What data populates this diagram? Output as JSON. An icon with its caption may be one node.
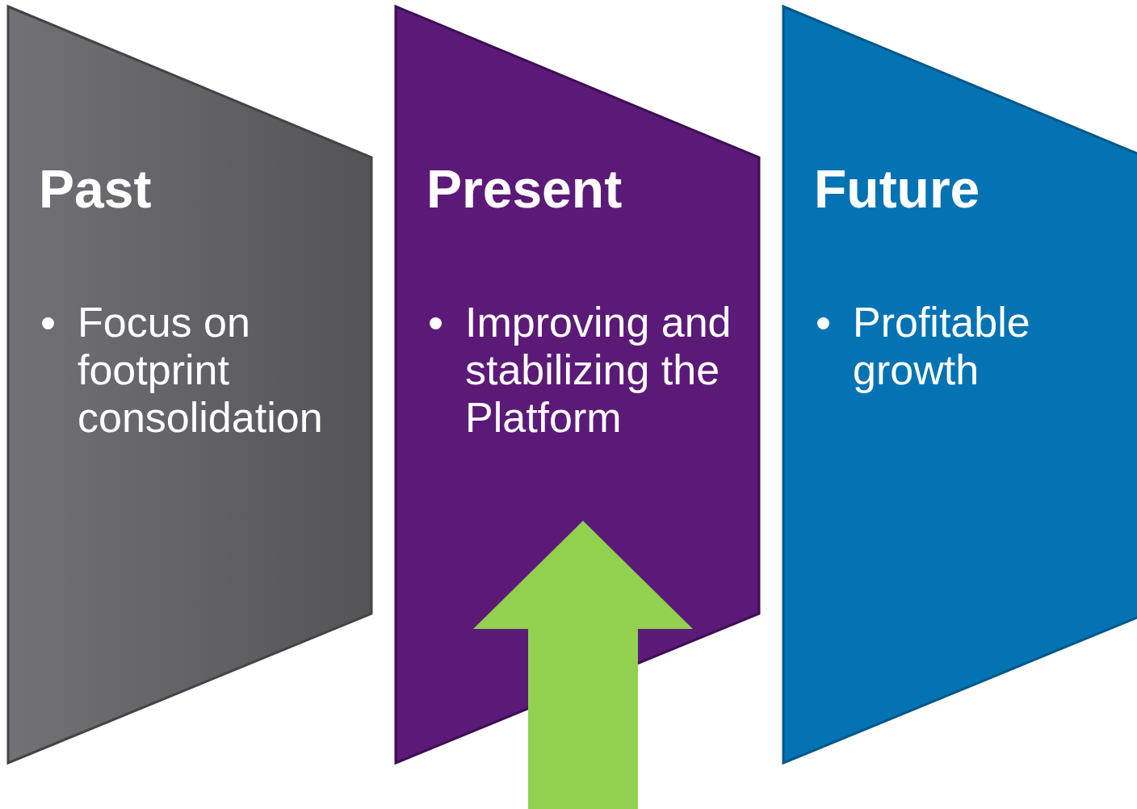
{
  "diagram": {
    "nodes": [
      {
        "text": [
          "Past",
          "Focus on footprint consolidation"
        ]
      },
      {
        "text": [
          "Present",
          "Improving and stabilizing the Platform"
        ]
      },
      {
        "text": [
          "Future",
          "Profitable growth"
        ]
      }
    ],
    "edges": [
      {
        "from": null,
        "to": 1,
        "arrow": "to"
      }
    ]
  }
}
